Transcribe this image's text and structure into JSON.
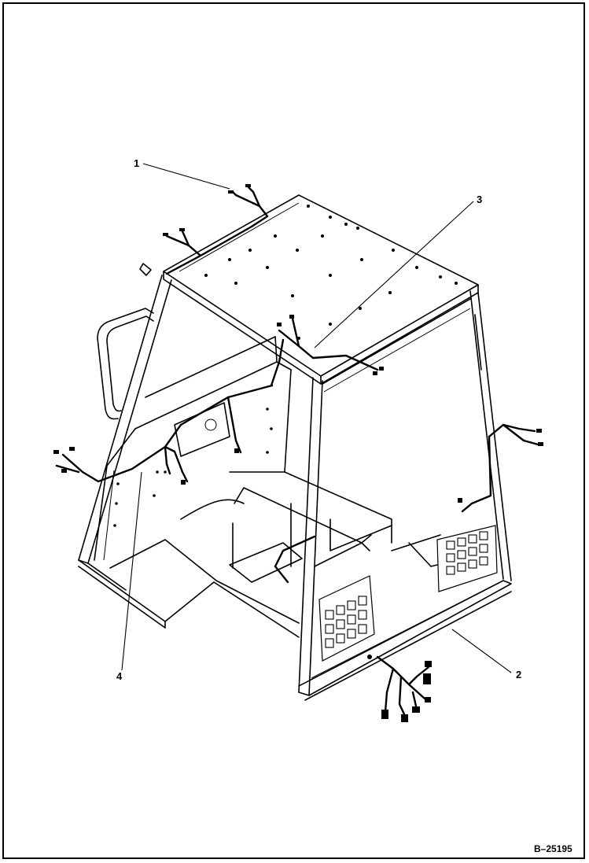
{
  "callouts": [
    "1",
    "2",
    "3",
    "4"
  ],
  "figure_ref": "B–25195"
}
